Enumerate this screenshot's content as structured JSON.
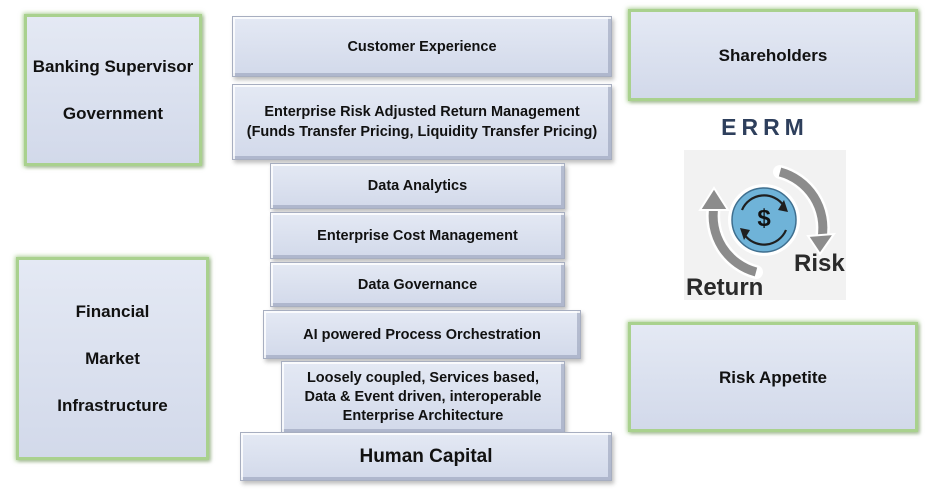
{
  "left": {
    "top_box": [
      "Banking Supervisor",
      "Government"
    ],
    "bottom_box": [
      "Financial",
      "Market",
      "Infrastructure"
    ]
  },
  "stack": [
    {
      "lines": [
        "Customer Experience"
      ]
    },
    {
      "lines": [
        "Enterprise Risk Adjusted Return Management",
        "(Funds Transfer Pricing, Liquidity Transfer Pricing)"
      ]
    },
    {
      "lines": [
        "Data Analytics"
      ]
    },
    {
      "lines": [
        "Enterprise Cost Management"
      ]
    },
    {
      "lines": [
        "Data Governance"
      ]
    },
    {
      "lines": [
        "AI powered Process Orchestration"
      ]
    },
    {
      "lines": [
        "Loosely coupled, Services based,",
        "Data & Event driven, interoperable",
        "Enterprise Architecture"
      ]
    },
    {
      "lines": [
        "Human Capital"
      ]
    }
  ],
  "right": {
    "top_box": "Shareholders",
    "errm": {
      "title": "ERRM",
      "center_symbol": "$",
      "risk_label": "Risk",
      "return_label": "Return"
    },
    "bottom_box": "Risk Appetite"
  },
  "colors": {
    "box_fill": "#d9dfee",
    "side_border": "#a9d18e",
    "cycle_arrow": "#8c8c8c",
    "center_circle": "#6fb3d8"
  }
}
